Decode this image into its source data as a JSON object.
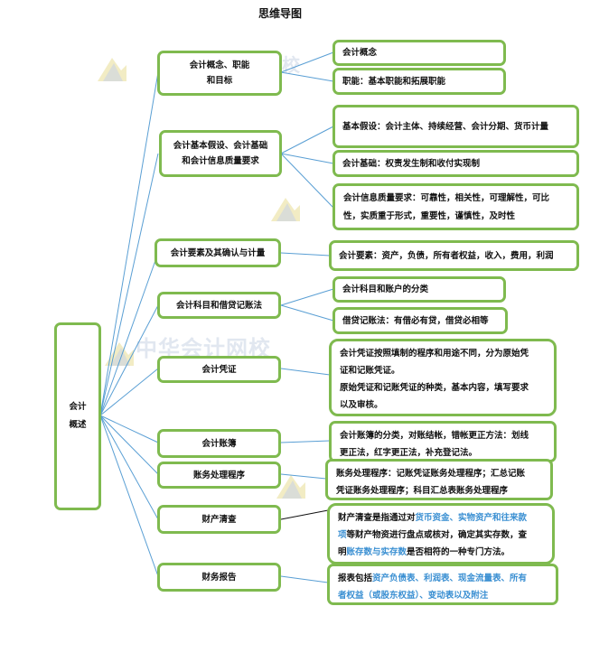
{
  "title": "思维导图",
  "watermark": {
    "text": "中华会计网校",
    "tail": "校"
  },
  "root": {
    "label_line1": "会计",
    "label_line2": "概述"
  },
  "branches": [
    {
      "label_line1": "会计概念、职能",
      "label_line2": "和目标"
    },
    {
      "label_line1": "会计基本假设、会计基础",
      "label_line2": "和会计信息质量要求"
    },
    {
      "label": "会计要素及其确认与计量"
    },
    {
      "label": "会计科目和借贷记账法"
    },
    {
      "label": "会计凭证"
    },
    {
      "label": "会计账簿"
    },
    {
      "label": "账务处理程序"
    },
    {
      "label": "财产清查"
    },
    {
      "label": "财务报告"
    }
  ],
  "leaves": {
    "concept": "会计概念",
    "function": "职能：基本职能和拓展职能",
    "assumption": "基本假设：会计主体、持续经营、会计分期、货币计量",
    "basis": "会计基础：权责发生制和收付实现制",
    "quality_line1": "会计信息质量要求：可靠性，相关性，可理解性，可比",
    "quality_line2": "性，实质重于形式，重要性，谨慎性，及时性",
    "elements": "会计要素：资产，负债，所有者权益，收入，费用，利润",
    "accounts": "会计科目和账户的分类",
    "debit_credit": "借贷记账法：有借必有贷，借贷必相等",
    "voucher_line1": "会计凭证按照填制的程序和用途不同，分为原始凭",
    "voucher_line2": "证和记账凭证。",
    "voucher_line3": "原始凭证和记账凭证的种类，基本内容，填写要求",
    "voucher_line4": "以及审核。",
    "books_line1": "会计账簿的分类，对账结帐，错帐更正方法：划线",
    "books_line2": "更正法，红字更正法，补充登记法。",
    "procedure_line1": "账务处理程序：记账凭证账务处理程序；汇总记账",
    "procedure_line2": "凭证账务处理程序；科目汇总表账务处理程序",
    "inventory_a": "财产清查是指通过对",
    "inventory_b": "货币资金、实物资产和往来款",
    "inventory_c": "项",
    "inventory_d": "等财产物资进行盘点或核对，确定其实存数，查",
    "inventory_e": "明",
    "inventory_f": "账存数与实存数",
    "inventory_g": "是否相符的一种专门方法。",
    "report_a": "报表包括",
    "report_b": "资产负债表、利润表、现金流量表、所有",
    "report_c": "者权益（或股东权益）、变动表以及附注"
  }
}
